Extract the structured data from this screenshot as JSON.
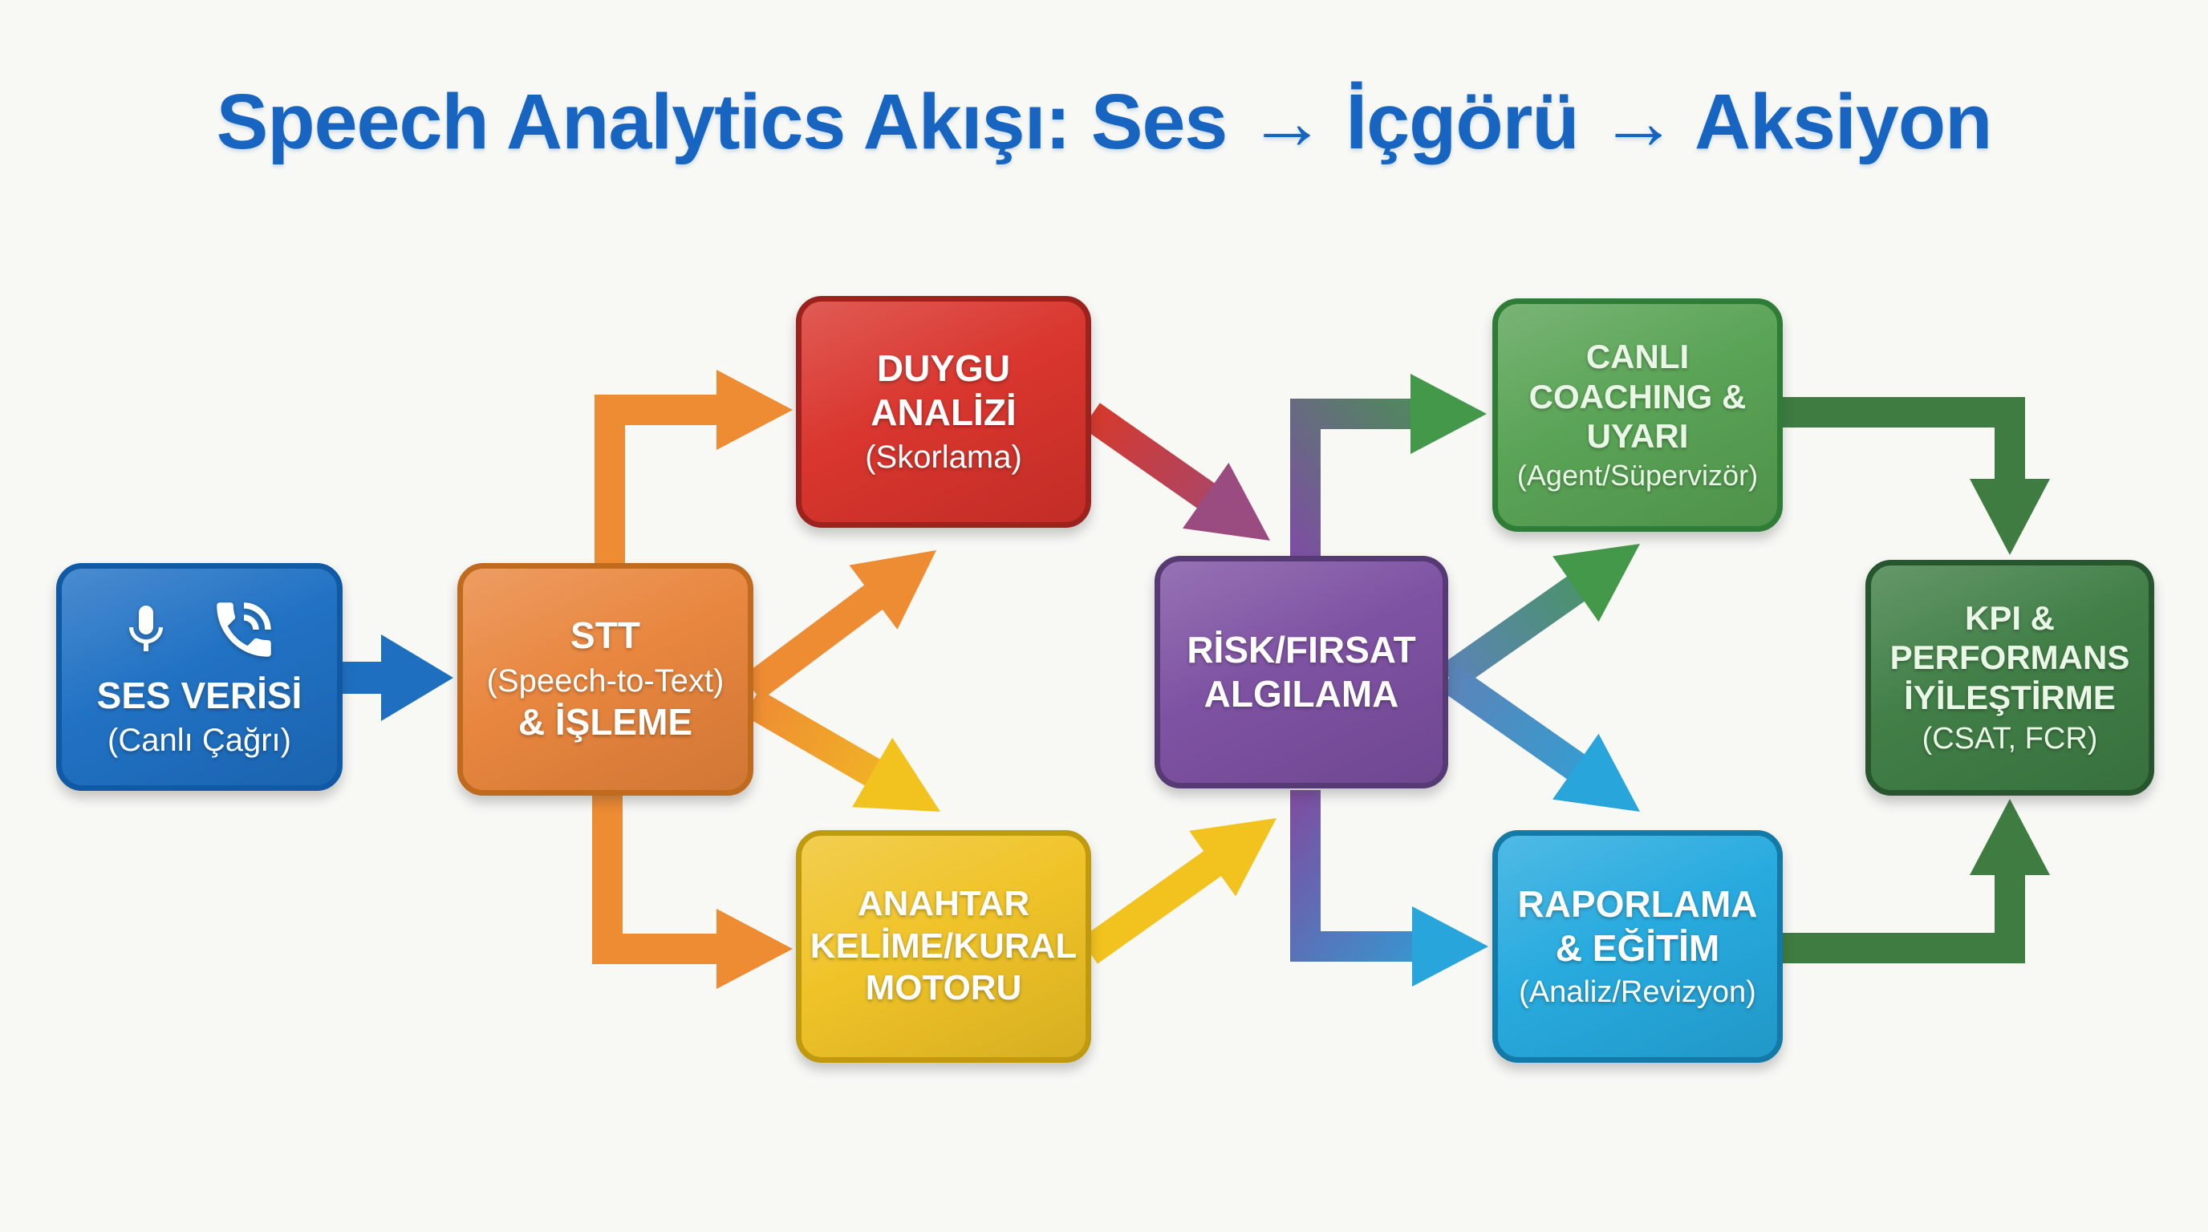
{
  "title": "Speech Analytics Akışı: Ses → İçgörü → Aksiyon",
  "nodes": {
    "ses": {
      "line1": "SES VERİSİ",
      "line2": "(Canlı Çağrı)"
    },
    "stt": {
      "line1": "STT",
      "line2": "(Speech-to-Text)",
      "line3": "& İŞLEME"
    },
    "duygu": {
      "line1": "DUYGU\nANALİZİ",
      "line2": "(Skorlama)"
    },
    "anahtar": {
      "line1": "ANAHTAR\nKELİME/KURAL\nMOTORU"
    },
    "risk": {
      "line1": "RİSK/FIRSAT\nALGILAMA"
    },
    "canli": {
      "line1": "CANLI\nCOACHING &\nUYARI",
      "line2": "(Agent/Süpervizör)"
    },
    "rapor": {
      "line1": "RAPORLAMA\n& EĞİTİM",
      "line2": "(Analiz/Revizyon)"
    },
    "kpi": {
      "line1": "KPI &\nPERFORMANS\nİYİLEŞTİRME",
      "line2": "(CSAT, FCR)"
    }
  },
  "icon_names": {
    "ses_icons": [
      "microphone-icon",
      "phone-in-talk-icon"
    ]
  },
  "palette": {
    "background": "#f8f8f5",
    "title": "#1765c1",
    "nodes": {
      "ses": {
        "fill": "#1d6fc3",
        "border": "#0f59a5"
      },
      "stt": {
        "fill": "#e8843b",
        "border": "#c06a1e"
      },
      "duygu": {
        "fill": "#d8322a",
        "border": "#9c231d"
      },
      "anahtar": {
        "fill": "#efc224",
        "border": "#bf9a0f"
      },
      "risk": {
        "fill": "#7c4fa1",
        "border": "#563a74"
      },
      "canli": {
        "fill": "#57a253",
        "border": "#2e7c35"
      },
      "rapor": {
        "fill": "#24a9de",
        "border": "#1379a6"
      },
      "kpi": {
        "fill": "#3e7d44",
        "border": "#26552e"
      }
    },
    "arrows": {
      "blue": "#1e6fc0",
      "orange": "#ee8c33",
      "yellow": "#f2c31f",
      "red": "#d5392c",
      "magenta": "#9a4b80",
      "purple": "#7c4fa1",
      "green": "#44984a",
      "cyan": "#28a5da",
      "steel": "#5b84b8",
      "dark_green": "#3e7c42"
    }
  }
}
